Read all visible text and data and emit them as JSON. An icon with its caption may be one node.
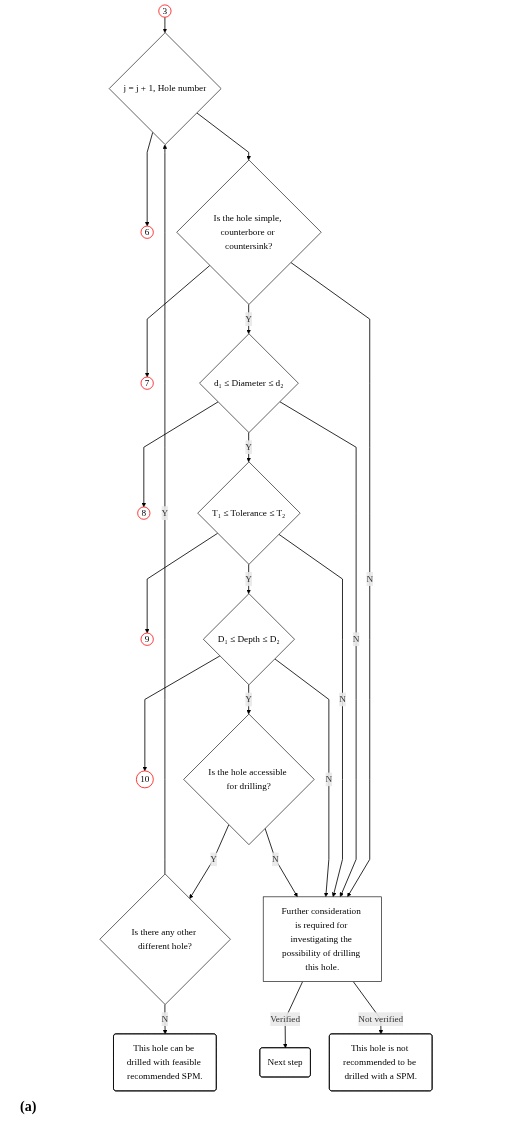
{
  "diagram": {
    "nodes": [
      {
        "text": [
          "3"
        ]
      },
      {
        "text": [
          "j = j + 1, Hole number"
        ]
      },
      {
        "text": [
          "6"
        ]
      },
      {
        "text": [
          "Is the hole simple, counterbore or countersink?"
        ]
      },
      {
        "text": [
          "7"
        ]
      },
      {
        "text": [
          "d₁ ≤ Diameter ≤ d₂"
        ]
      },
      {
        "text": [
          "8"
        ]
      },
      {
        "text": [
          "T₁ ≤ Tolerance ≤ T₂"
        ]
      },
      {
        "text": [
          "9"
        ]
      },
      {
        "text": [
          "D₁ ≤ Depth ≤ D₂"
        ]
      },
      {
        "text": [
          "10"
        ]
      },
      {
        "text": [
          "Is the hole accessible for drilling?"
        ]
      },
      {
        "text": [
          "Is there any other different hole?"
        ]
      },
      {
        "text": [
          "This hole can be drilled with feasible recommended SPM."
        ]
      },
      {
        "text": [
          "Further consideration is required for investigating the possibility of drilling this hole."
        ]
      },
      {
        "text": [
          "Next step"
        ]
      },
      {
        "text": [
          "This hole is not recommended to be drilled with a SPM."
        ]
      }
    ],
    "edges": [
      {
        "from": 0,
        "to": 1,
        "arrow": "to"
      },
      {
        "from": 1,
        "to": 2,
        "arrow": "to"
      },
      {
        "from": 1,
        "to": 3,
        "arrow": "to"
      },
      {
        "from": 3,
        "to": 4,
        "arrow": "to"
      },
      {
        "from": 3,
        "to": 5,
        "label": "Y",
        "arrow": "to"
      },
      {
        "from": 3,
        "to": 14,
        "label": "N",
        "arrow": "to"
      },
      {
        "from": 5,
        "to": 6,
        "arrow": "to"
      },
      {
        "from": 5,
        "to": 7,
        "label": "Y",
        "arrow": "to"
      },
      {
        "from": 5,
        "to": 14,
        "label": "N",
        "arrow": "to"
      },
      {
        "from": 7,
        "to": 8,
        "arrow": "to"
      },
      {
        "from": 7,
        "to": 9,
        "label": "Y",
        "arrow": "to"
      },
      {
        "from": 7,
        "to": 14,
        "label": "N",
        "arrow": "to"
      },
      {
        "from": 9,
        "to": 10,
        "arrow": "to"
      },
      {
        "from": 9,
        "to": 11,
        "label": "Y",
        "arrow": "to"
      },
      {
        "from": 9,
        "to": 14,
        "label": "N",
        "arrow": "to"
      },
      {
        "from": 11,
        "to": 12,
        "label": "Y",
        "arrow": "to"
      },
      {
        "from": 11,
        "to": 14,
        "label": "N",
        "arrow": "to"
      },
      {
        "from": 12,
        "to": 1,
        "label": "Y",
        "arrow": "to"
      },
      {
        "from": 12,
        "to": 13,
        "label": "N",
        "arrow": "to"
      },
      {
        "from": 14,
        "to": 15,
        "label": "Verified",
        "arrow": "to"
      },
      {
        "from": 14,
        "to": 16,
        "label": "Not verified",
        "arrow": "to"
      }
    ],
    "labels": [
      "(a)"
    ]
  }
}
